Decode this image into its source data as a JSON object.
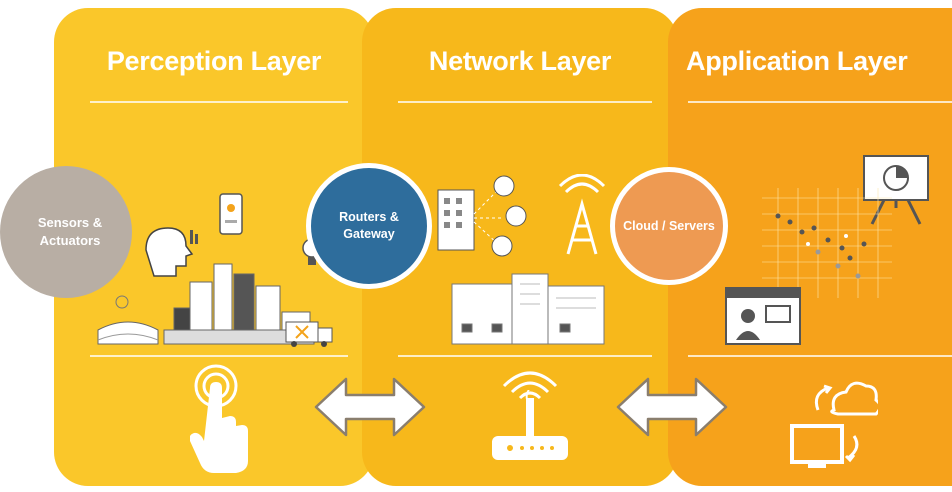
{
  "layers": [
    {
      "title": "Perception Layer",
      "device": "Sensors &\nActuators"
    },
    {
      "title": "Network Layer",
      "device": "Routers &\nGateway"
    },
    {
      "title": "Application Layer",
      "device": "Cloud / Servers"
    }
  ],
  "colors": {
    "perception_bg": "#fac72a",
    "network_bg": "#f7b81b",
    "application_bg": "#f6a21b",
    "sensors_circle": "#b8aea4",
    "routers_circle": "#2e6d9c",
    "cloud_circle": "#ee9a52"
  }
}
